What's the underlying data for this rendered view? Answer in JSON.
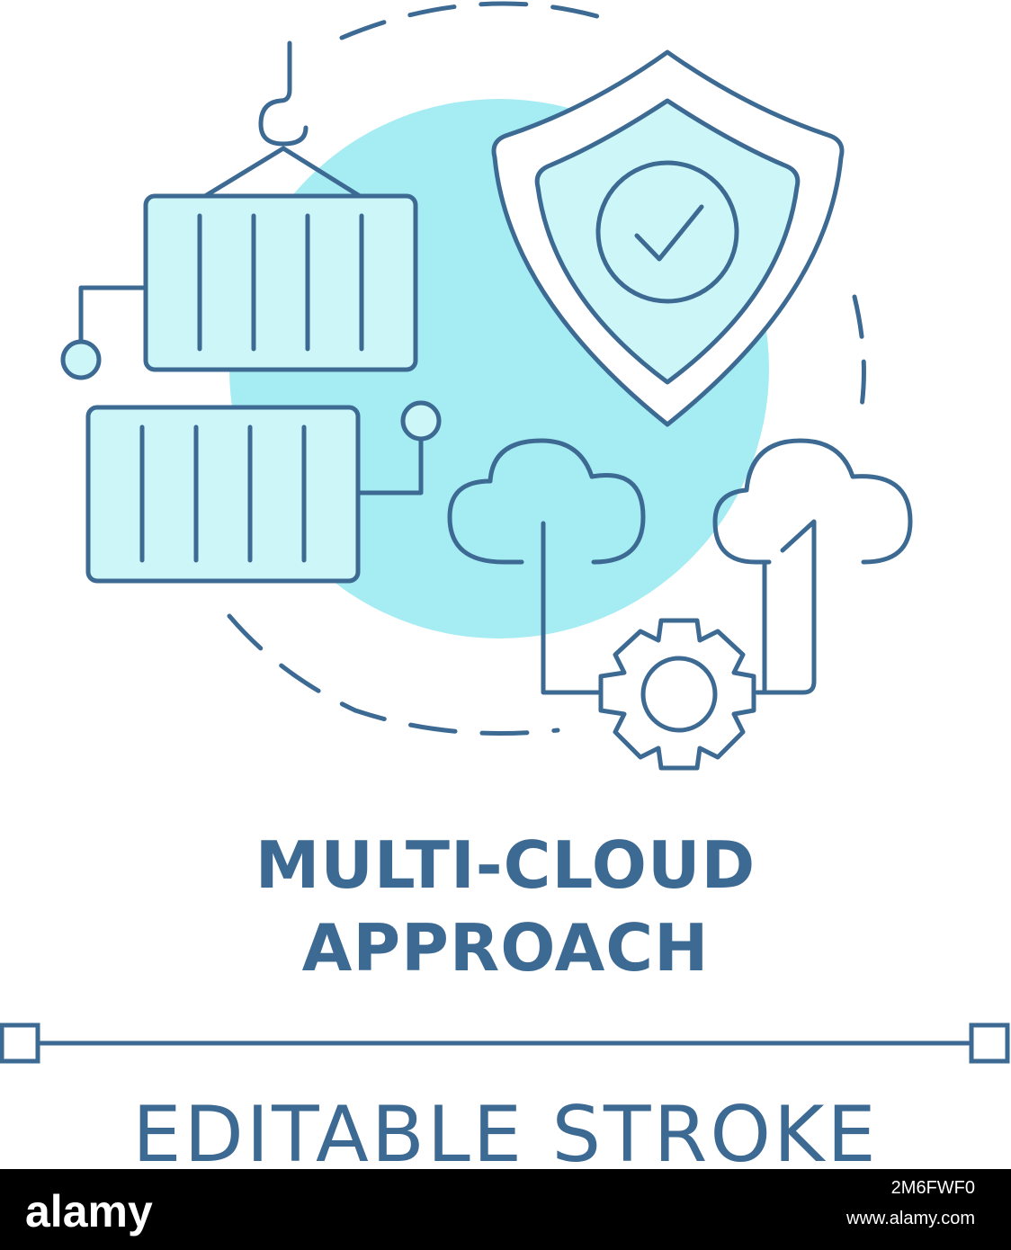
{
  "title": {
    "line1": "MULTI-CLOUD",
    "line2": "APPROACH"
  },
  "caption": "EDITABLE STROKE",
  "footer": {
    "brand": "alamy",
    "image_code": "2M6FWF0",
    "url": "www.alamy.com"
  },
  "colors": {
    "stroke": "#3d6a93",
    "fill": "#cdf6f8",
    "blob": "#a6ecf3",
    "footer_bg": "#000000",
    "footer_text": "#ffffff"
  },
  "icons": [
    "shipping-container-icon",
    "crane-hook-icon",
    "shield-check-icon",
    "cloud-upload-icon",
    "gear-icon"
  ]
}
